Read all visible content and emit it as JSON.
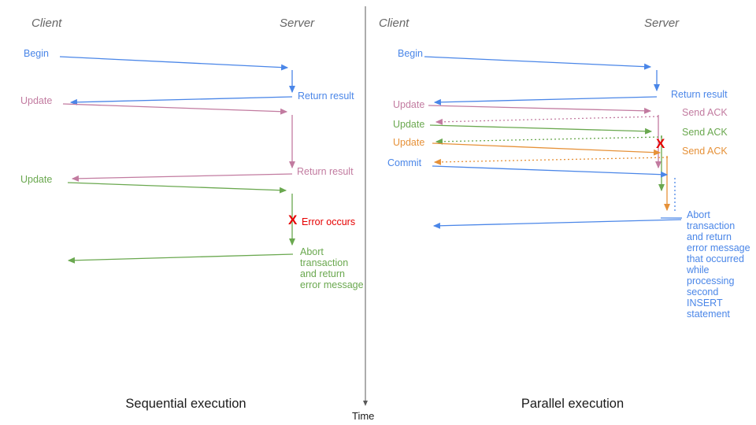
{
  "colors": {
    "blue": "#4a86e8",
    "pink": "#c27ba0",
    "green": "#6aa84f",
    "orange": "#e69138",
    "red": "#e60000",
    "axis": "#595959",
    "header_gray": "#666666",
    "title_black": "#1a1a1a"
  },
  "left_panel": {
    "client_header": "Client",
    "server_header": "Server",
    "begin_label": "Begin",
    "return_result_1": "Return result",
    "update_1": "Update",
    "return_result_2": "Return result",
    "update_2": "Update",
    "error_x": "X",
    "error_occurs": "Error occurs",
    "abort_text": "Abort\ntransaction\nand return\nerror message",
    "title": "Sequential execution"
  },
  "right_panel": {
    "client_header": "Client",
    "server_header": "Server",
    "begin_label": "Begin",
    "return_result": "Return result",
    "update_1": "Update",
    "send_ack_1": "Send ACK",
    "update_2": "Update",
    "send_ack_2": "Send ACK",
    "update_3": "Update",
    "send_ack_3": "Send ACK",
    "commit_label": "Commit",
    "error_x": "X",
    "abort_text": "Abort\ntransaction\nand return\nerror message\nthat occurred\nwhile\nprocessing\nsecond\nINSERT\nstatement",
    "title": "Parallel execution"
  },
  "time_axis": {
    "label": "Time"
  }
}
